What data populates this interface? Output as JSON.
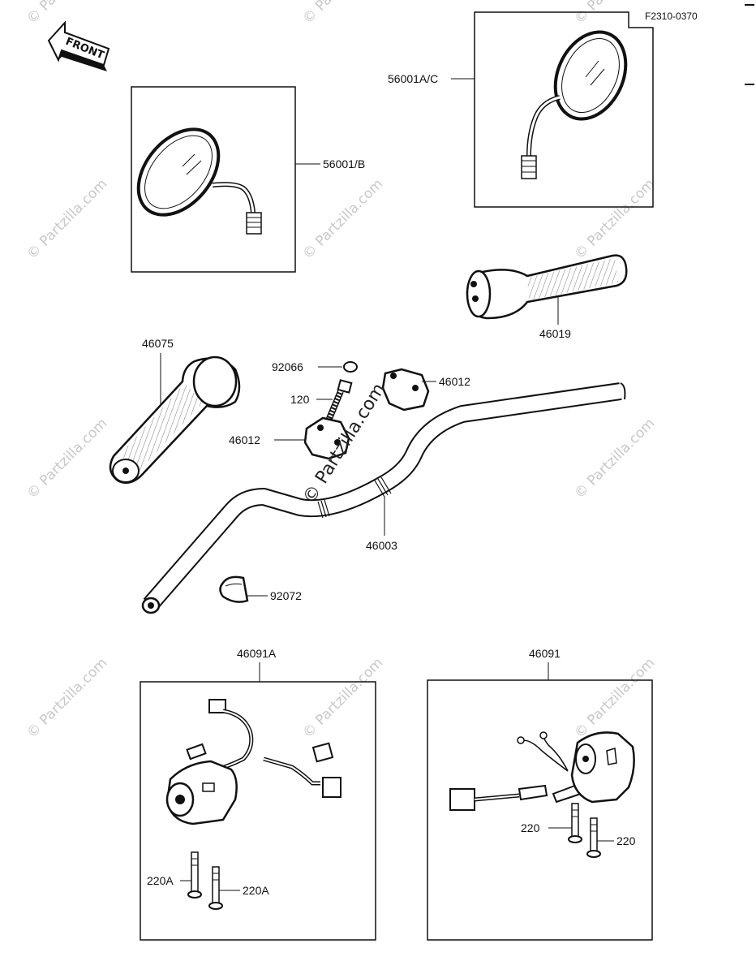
{
  "diagram": {
    "figure_code": "F2310-0370",
    "front_label": "FRONT",
    "watermark_text": "© Partzilla.com",
    "center_watermark": "© Partzilla.com",
    "parts": {
      "mirror_left": "56001/B",
      "mirror_right": "56001A/C",
      "grip_right": "46019",
      "grip_left": "46075",
      "cap": "92066",
      "bolt": "120",
      "holder_upper": "46012",
      "holder_lower": "46012",
      "handlebar": "46003",
      "clamp": "92072",
      "switch_left": "46091A",
      "switch_right": "46091",
      "screw_left_1": "220A",
      "screw_left_2": "220A",
      "screw_right_1": "220",
      "screw_right_2": "220"
    }
  }
}
